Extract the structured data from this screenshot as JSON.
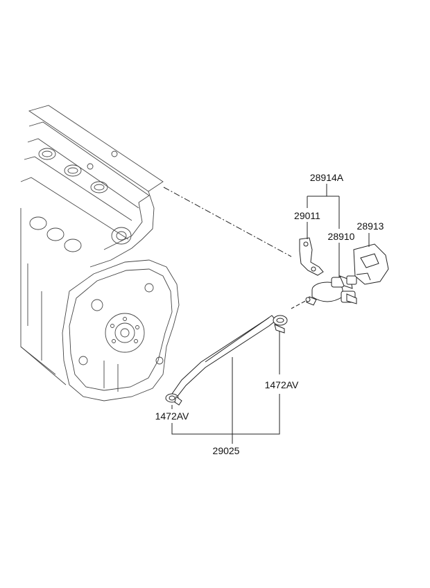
{
  "labels": {
    "assy": "28914A",
    "bracket": "29011",
    "valve": "28910",
    "connector": "28913",
    "clamp_right": "1472AV",
    "clamp_left": "1472AV",
    "hose": "29025"
  }
}
